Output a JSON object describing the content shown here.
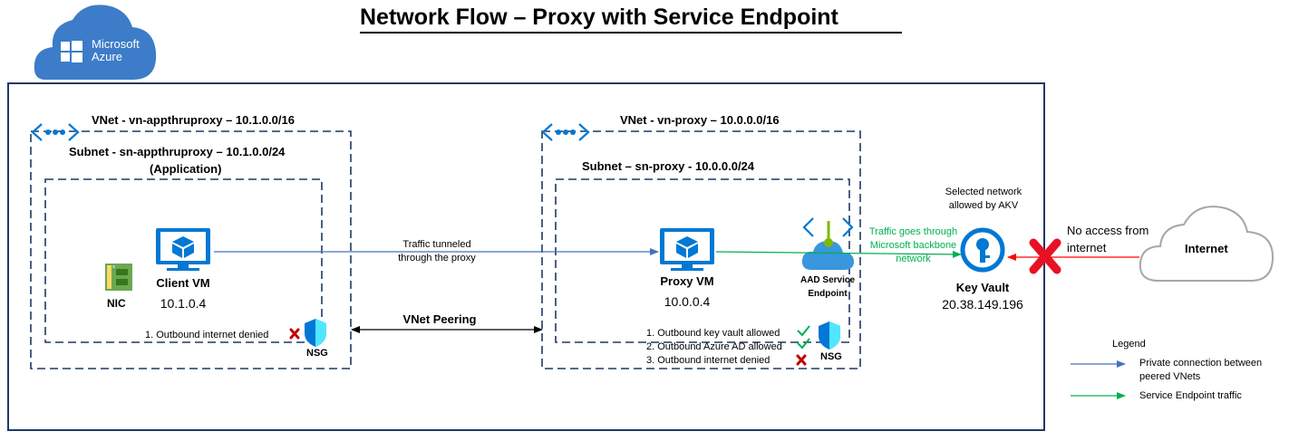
{
  "title": "Network Flow – Proxy with Service Endpoint",
  "logo": {
    "line1": "Microsoft",
    "line2": "Azure",
    "icon": "azure-cloud-logo"
  },
  "vnet_left": {
    "label": "VNet - vn-appthruproxy – 10.1.0.0/16",
    "subnet_label_line1": "Subnet - sn-appthruproxy – 10.1.0.0/24",
    "subnet_label_line2": "(Application)",
    "vm_name": "Client VM",
    "vm_ip": "10.1.0.4",
    "nic_label": "NIC",
    "nsg_rule": "1. Outbound internet  denied",
    "nsg_label": "NSG"
  },
  "vnet_right": {
    "label": "VNet - vn-proxy – 10.0.0.0/16",
    "subnet_label": "Subnet – sn-proxy - 10.0.0.0/24",
    "vm_name": "Proxy VM",
    "vm_ip": "10.0.0.4",
    "endpoint_line1": "AAD Service",
    "endpoint_line2": "Endpoint",
    "nsg_rules": [
      "1. Outbound key vault allowed",
      "2. Outbound Azure AD allowed",
      "3.  Outbound internet  denied"
    ],
    "nsg_label": "NSG"
  },
  "tunnel_label": [
    "Traffic tunneled",
    "through the proxy"
  ],
  "peering_label": "VNet Peering",
  "backbone_label": [
    "Traffic goes through",
    "Microsoft backbone",
    "network"
  ],
  "keyvault": {
    "selected_network": [
      "Selected network",
      "allowed by AKV"
    ],
    "name": "Key Vault",
    "ip": "20.38.149.196"
  },
  "no_access": [
    "No access from",
    "internet"
  ],
  "internet_label": "Internet",
  "legend": {
    "title": "Legend",
    "items": [
      {
        "label": [
          "Private connection between",
          "peered VNets"
        ],
        "color": "#4472c4"
      },
      {
        "label": [
          "Service Endpoint traffic"
        ],
        "color": "#00b050"
      }
    ]
  },
  "colors": {
    "border": "#1f3864",
    "blue": "#0078d4",
    "green": "#00b050",
    "red": "#e81123"
  }
}
